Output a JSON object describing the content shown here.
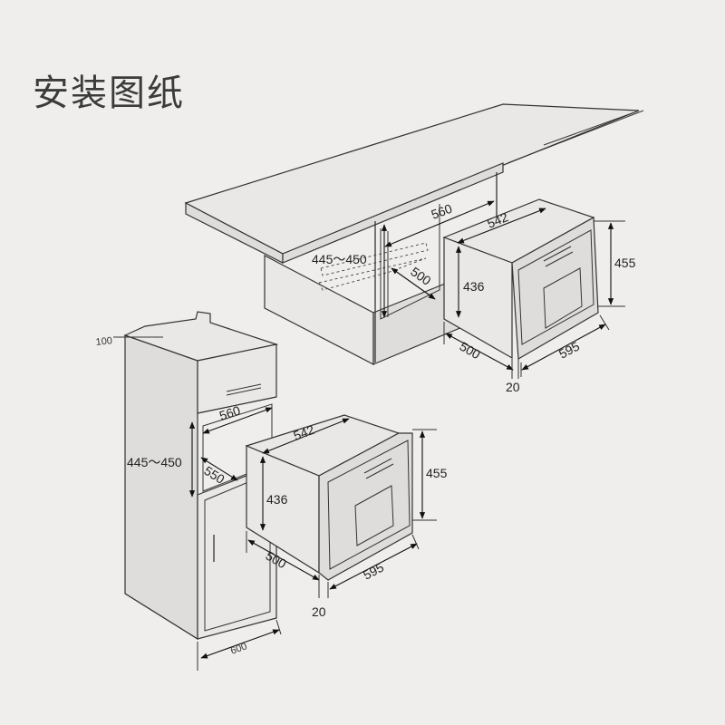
{
  "title": "安装图纸",
  "upper": {
    "cut_width": "560",
    "cut_depth": "500",
    "cut_height": "445～450",
    "oven_width_inner": "542",
    "oven_height_inner": "436",
    "oven_height_front": "455",
    "oven_depth": "500",
    "oven_width_front": "595",
    "front_thickness": "20"
  },
  "lower": {
    "top_offset": "100",
    "cut_width": "560",
    "cut_depth": "550",
    "cut_height": "445～450",
    "cabinet_width": "600",
    "oven_width_inner": "542",
    "oven_height_inner": "436",
    "oven_height_front": "455",
    "oven_depth": "500",
    "oven_width_front": "595",
    "front_thickness": "20"
  },
  "colors": {
    "background": "#efeeec",
    "line": "#333333"
  }
}
